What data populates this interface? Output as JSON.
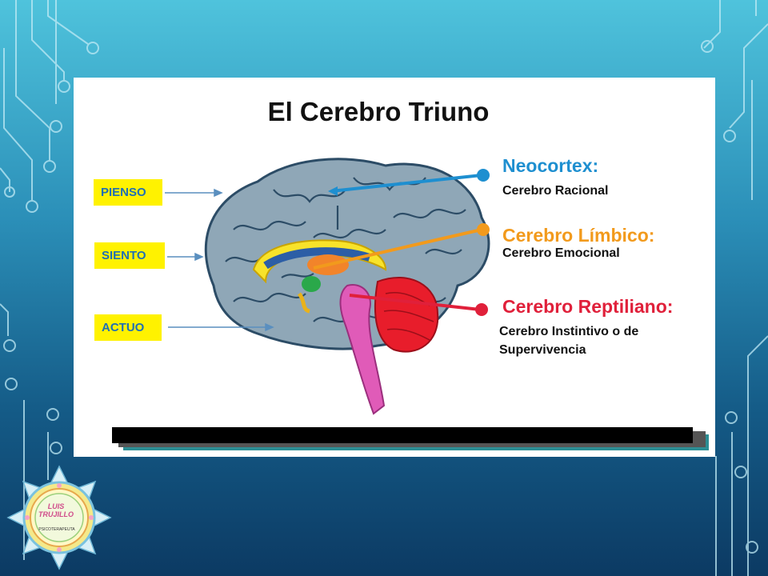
{
  "slide": {
    "title": "El Cerebro Triuno",
    "tags": {
      "pienso": "PIENSO",
      "siento": "SIENTO",
      "actuo": "ACTUO"
    },
    "labels": {
      "neocortex_title": "Neocortex:",
      "neocortex_sub": "Cerebro Racional",
      "limbico_title": "Cerebro Límbico:",
      "limbico_sub": "Cerebro Emocional",
      "reptiliano_title": "Cerebro Reptiliano:",
      "reptiliano_sub": "Cerebro Instintivo o de Supervivencia"
    },
    "colors": {
      "tag_background": "#fff200",
      "tag_text": "#1f6fb5",
      "neocortex": "#1e8fd0",
      "limbico": "#f29a1c",
      "reptiliano": "#e0203a"
    }
  },
  "logo": {
    "name_line1": "LUIS",
    "name_line2": "TRUJILLO",
    "caption": "PSICOTERAPEUTA"
  }
}
